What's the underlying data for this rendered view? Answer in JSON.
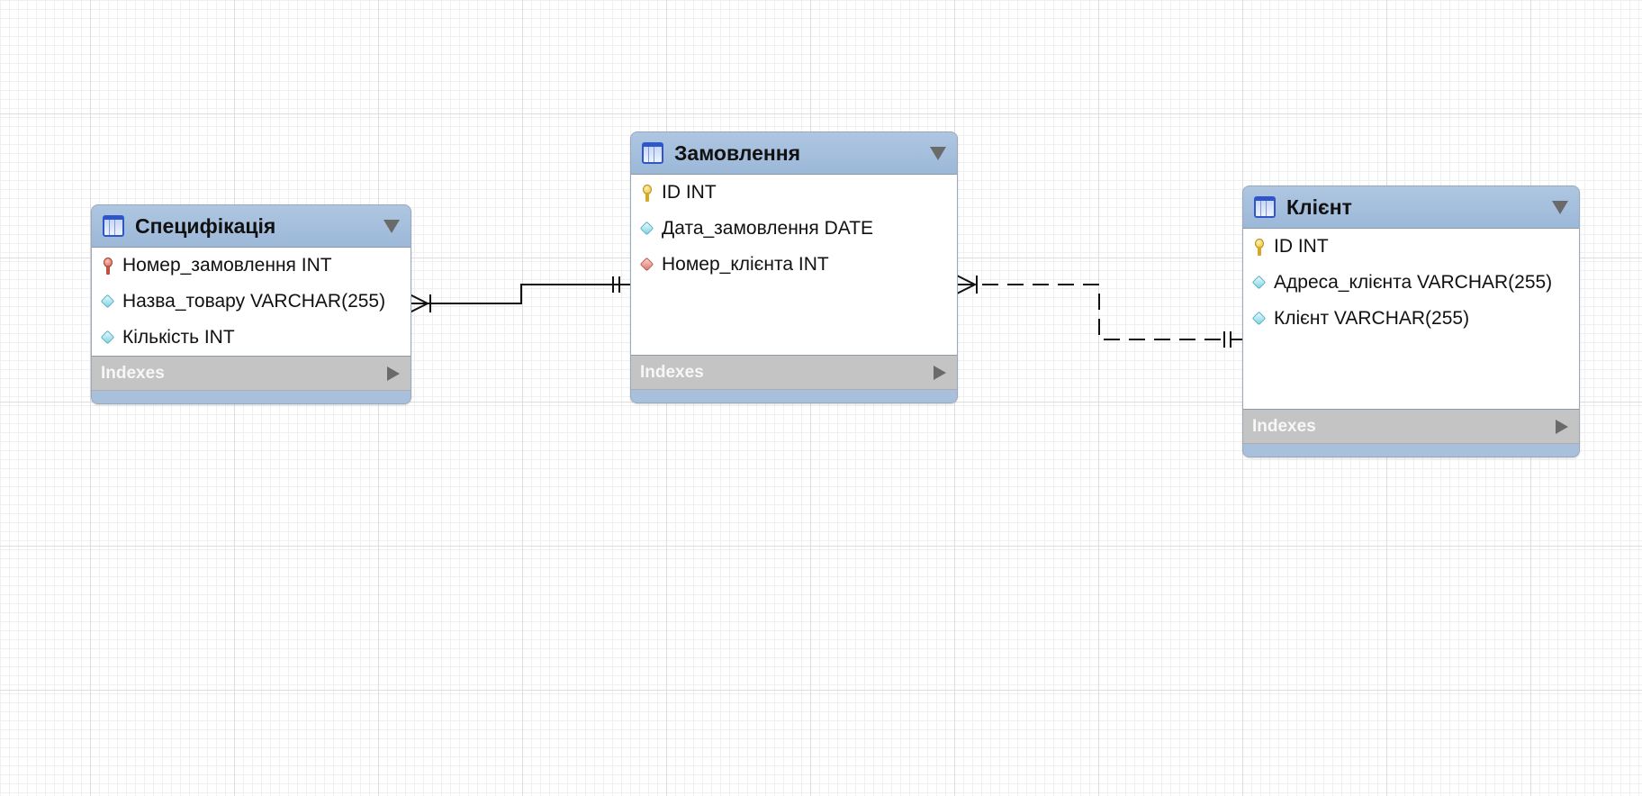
{
  "entities": {
    "specification": {
      "title": "Специфікація",
      "columns": [
        {
          "name": "Номер_замовлення INT",
          "icon": "primary-foreign-key-icon"
        },
        {
          "name": "Назва_товару VARCHAR(255)",
          "icon": "column-diamond-icon"
        },
        {
          "name": "Кількість INT",
          "icon": "column-diamond-icon"
        }
      ],
      "indexes_label": "Indexes"
    },
    "order": {
      "title": "Замовлення",
      "columns": [
        {
          "name": "ID INT",
          "icon": "primary-key-icon"
        },
        {
          "name": "Дата_замовлення DATE",
          "icon": "column-diamond-icon"
        },
        {
          "name": "Номер_клієнта INT",
          "icon": "foreign-key-diamond-icon"
        }
      ],
      "indexes_label": "Indexes"
    },
    "client": {
      "title": "Клієнт",
      "columns": [
        {
          "name": "ID INT",
          "icon": "primary-key-icon"
        },
        {
          "name": "Адреса_клієнта VARCHAR(255)",
          "icon": "column-diamond-icon"
        },
        {
          "name": "Клієнт VARCHAR(255)",
          "icon": "column-diamond-icon"
        }
      ],
      "indexes_label": "Indexes"
    }
  },
  "relationships": [
    {
      "from": "Специфікація",
      "to": "Замовлення",
      "style": "solid",
      "from_cardinality": "one-or-many",
      "to_cardinality": "exactly-one"
    },
    {
      "from": "Замовлення",
      "to": "Клієнт",
      "style": "dashed",
      "from_cardinality": "one-or-many",
      "to_cardinality": "exactly-one"
    }
  ],
  "colors": {
    "header": "#a8c0dc",
    "indexes_bar": "#c4c4c4",
    "grid": "#dedede"
  }
}
